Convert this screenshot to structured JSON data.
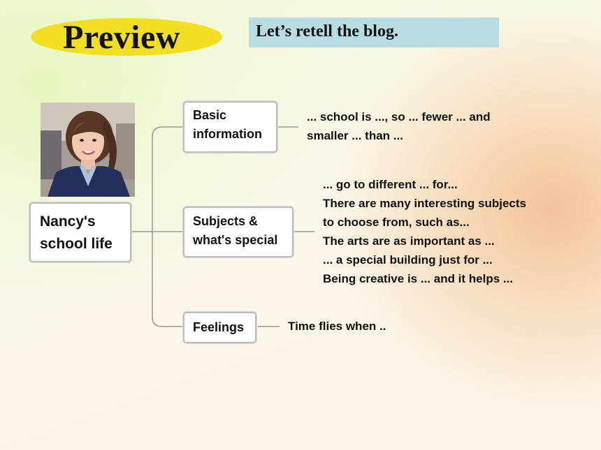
{
  "header": {
    "badge_label": "Preview",
    "instruction": "Let’s retell the blog."
  },
  "mindmap": {
    "root": {
      "lines": [
        "Nancy's",
        "school life"
      ]
    },
    "branches": [
      {
        "lines": [
          "Basic",
          "information"
        ],
        "hints": [
          "... school is ..., so ... fewer ... and",
          "smaller ... than ..."
        ]
      },
      {
        "lines": [
          "Subjects &",
          "what's special"
        ],
        "hints": [
          "... go to different ... for...",
          "There are many interesting subjects",
          "to choose from, such as...",
          "The arts are as important as ...",
          "... a special building just for ...",
          "Being creative is ... and it helps ..."
        ]
      },
      {
        "lines": [
          "Feelings"
        ],
        "hints": [
          "Time flies when .."
        ]
      }
    ]
  },
  "colors": {
    "badge": "#f3df22",
    "instruction_bg": "#b7dde3",
    "connector": "#9a9a9a"
  },
  "image": {
    "subject": "student-portrait-photo"
  }
}
